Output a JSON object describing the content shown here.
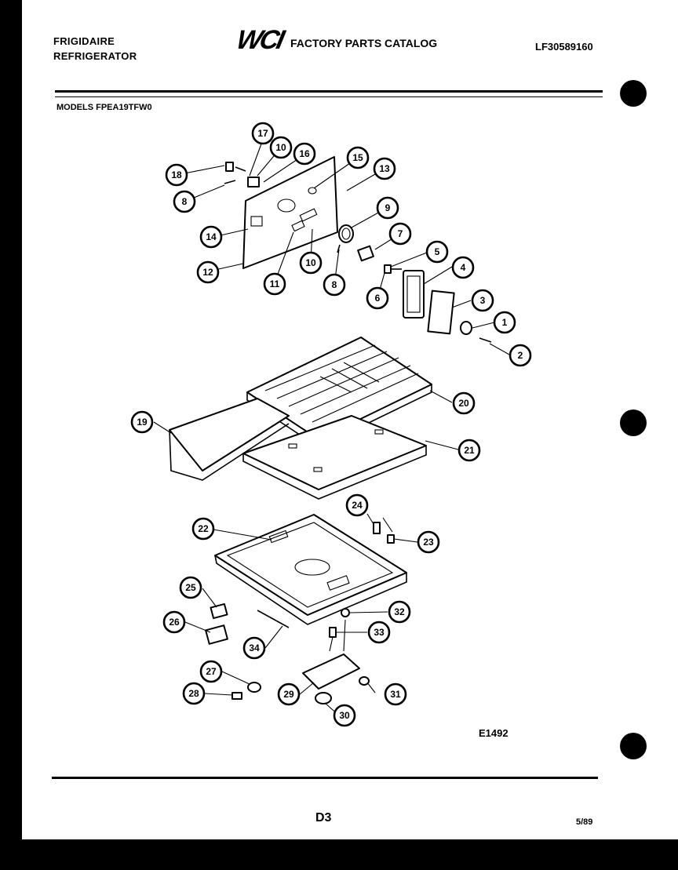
{
  "header": {
    "brand_line1": "FRIGIDAIRE",
    "brand_line2": "REFRIGERATOR",
    "logo": "WCI",
    "catalog_title": "FACTORY PARTS CATALOG",
    "document_number": "LF30589160"
  },
  "models_label": "MODELS FPEA19TFW0",
  "diagram": {
    "figure_id": "E1492",
    "callouts": [
      "17",
      "10",
      "16",
      "18",
      "8",
      "15",
      "13",
      "9",
      "14",
      "7",
      "12",
      "11",
      "10",
      "8",
      "5",
      "4",
      "6",
      "3",
      "1",
      "2",
      "20",
      "19",
      "21",
      "24",
      "22",
      "23",
      "25",
      "32",
      "26",
      "33",
      "34",
      "27",
      "28",
      "29",
      "31",
      "30"
    ]
  },
  "footer": {
    "page_code": "D3",
    "date_code": "5/89"
  }
}
